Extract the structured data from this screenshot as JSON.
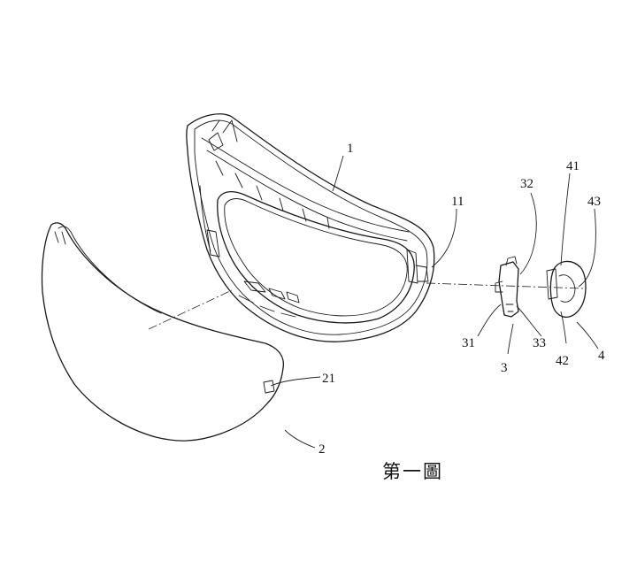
{
  "figure_caption": "第一圖",
  "labels": {
    "l1": "1",
    "l11": "11",
    "l2": "2",
    "l21": "21",
    "l3": "3",
    "l31": "31",
    "l32": "32",
    "l33": "33",
    "l4": "4",
    "l41": "41",
    "l42": "42",
    "l43": "43"
  },
  "colors": {
    "ink": "#1a1a1a",
    "paper": "#ffffff"
  }
}
